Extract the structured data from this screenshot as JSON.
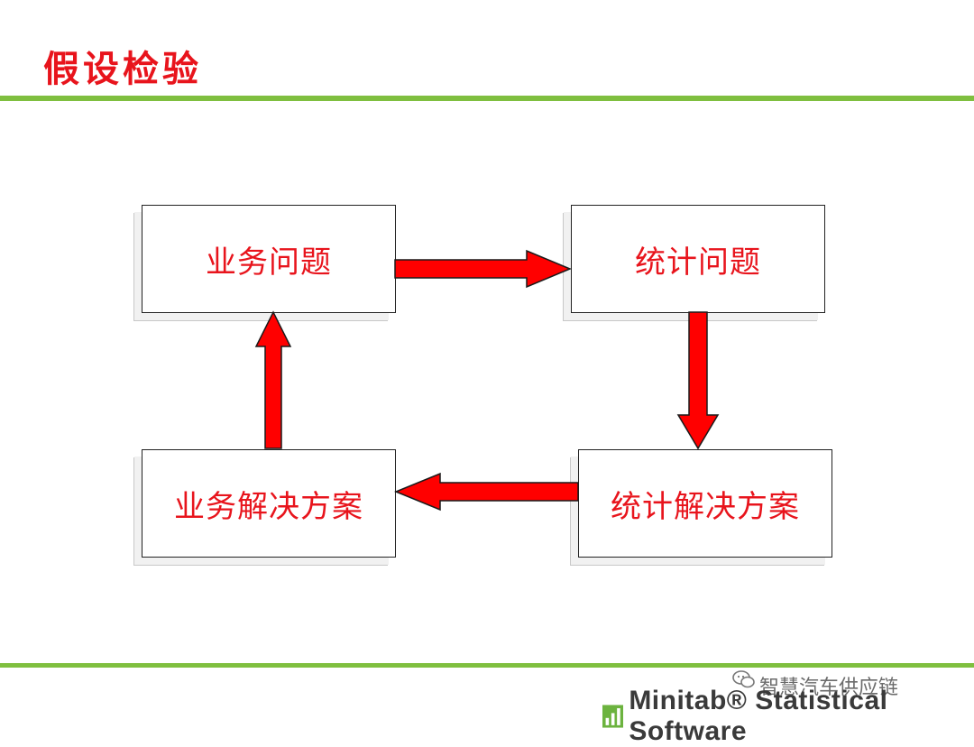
{
  "title": "假设检验",
  "boxes": {
    "business_problem": "业务问题",
    "statistical_problem": "统计问题",
    "statistical_solution": "统计解决方案",
    "business_solution": "业务解决方案"
  },
  "footer": {
    "source": "智慧汽车供应链",
    "logo_text": "Minitab® Statistical Software"
  },
  "colors": {
    "accent_red": "#e8141c",
    "rule_green": "#7fbf3f"
  }
}
